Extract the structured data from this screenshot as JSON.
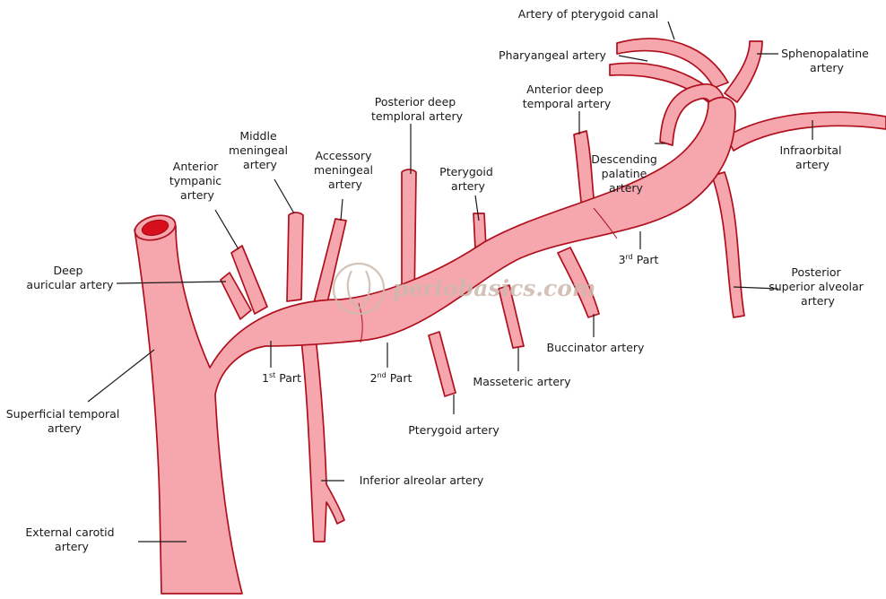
{
  "diagram": {
    "watermark": "periobasics.com",
    "labels": {
      "artery_pterygoid_canal": [
        "Artery of pterygoid canal"
      ],
      "pharyngeal": [
        "Pharyangeal artery"
      ],
      "sphenopalatine": [
        "Sphenopalatine",
        "artery"
      ],
      "posterior_deep_temporal": [
        "Posterior deep",
        "temploral artery"
      ],
      "anterior_deep_temporal": [
        "Anterior deep",
        "temporal artery"
      ],
      "middle_meningeal": [
        "Middle",
        "meningeal",
        "artery"
      ],
      "accessory_meningeal": [
        "Accessory",
        "meningeal",
        "artery"
      ],
      "anterior_tympanic": [
        "Anterior",
        "tympanic",
        "artery"
      ],
      "pterygoid_upper": [
        "Pterygoid",
        "artery"
      ],
      "descending_palatine": [
        "Descending",
        "palatine",
        "artery"
      ],
      "infraorbital": [
        "Infraorbital",
        "artery"
      ],
      "deep_auricular": [
        "Deep",
        "auricular artery"
      ],
      "part_3": {
        "num": "3",
        "sup": "rd",
        "text": " Part"
      },
      "posterior_superior_alveolar": [
        "Posterior",
        "superior alveolar",
        "artery"
      ],
      "buccinator": [
        "Buccinator artery"
      ],
      "part_1": {
        "num": "1",
        "sup": "st",
        "text": " Part"
      },
      "part_2": {
        "num": "2",
        "sup": "nd",
        "text": " Part"
      },
      "masseteric": [
        "Masseteric artery"
      ],
      "superficial_temporal": [
        "Superficial temporal",
        "artery"
      ],
      "pterygoid_lower": [
        "Pterygoid artery"
      ],
      "inferior_alveolar": [
        "Inferior alreolar artery"
      ],
      "external_carotid": [
        "External carotid",
        "artery"
      ]
    }
  }
}
